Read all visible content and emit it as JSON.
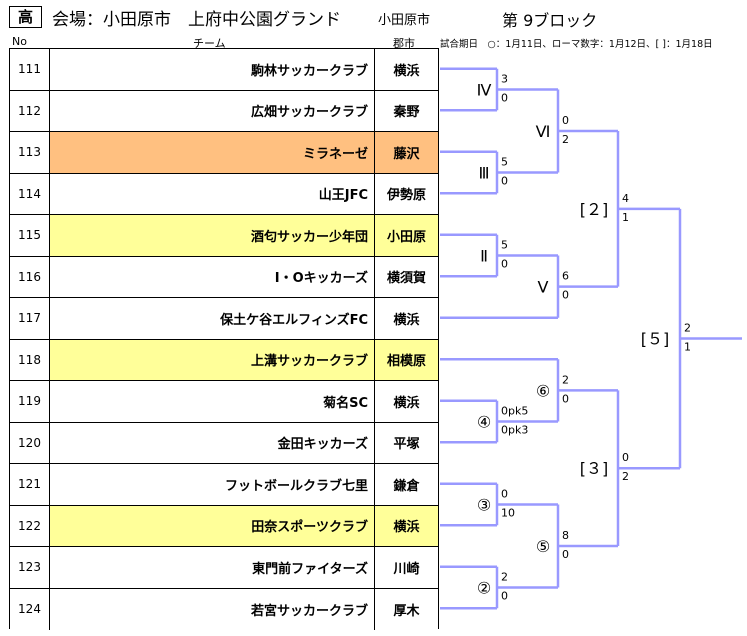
{
  "header": {
    "badge": "高",
    "venue": "会場：小田原市　上府中公園グランド",
    "city": "小田原市",
    "block": "第 9ブロック"
  },
  "columns": {
    "no": "No",
    "team": "チーム",
    "city": "郡市"
  },
  "schedule_note": "試合期日　○：1月11日、ローマ数字：1月12日、[ ]：1月18日",
  "colors": {
    "highlight_yellow": "#ffff99",
    "highlight_orange": "#ffc080",
    "bracket_line": "#9999ff"
  },
  "teams": [
    {
      "no": "111",
      "name": "駒林サッカークラブ",
      "city": "横浜",
      "highlight": ""
    },
    {
      "no": "112",
      "name": "広畑サッカークラブ",
      "city": "秦野",
      "highlight": ""
    },
    {
      "no": "113",
      "name": "ミラネーゼ",
      "city": "藤沢",
      "highlight": "orange"
    },
    {
      "no": "114",
      "name": "山王JFC",
      "city": "伊勢原",
      "highlight": ""
    },
    {
      "no": "115",
      "name": "酒匂サッカー少年団",
      "city": "小田原",
      "highlight": "yellow"
    },
    {
      "no": "116",
      "name": "I・Oキッカーズ",
      "city": "横須賀",
      "highlight": ""
    },
    {
      "no": "117",
      "name": "保土ケ谷エルフィンズFC",
      "city": "横浜",
      "highlight": ""
    },
    {
      "no": "118",
      "name": "上溝サッカークラブ",
      "city": "相模原",
      "highlight": "yellow"
    },
    {
      "no": "119",
      "name": "菊名SC",
      "city": "横浜",
      "highlight": ""
    },
    {
      "no": "120",
      "name": "金田キッカーズ",
      "city": "平塚",
      "highlight": ""
    },
    {
      "no": "121",
      "name": "フットボールクラブ七里",
      "city": "鎌倉",
      "highlight": ""
    },
    {
      "no": "122",
      "name": "田奈スポーツクラブ",
      "city": "横浜",
      "highlight": "yellow"
    },
    {
      "no": "123",
      "name": "東門前ファイターズ",
      "city": "川崎",
      "highlight": ""
    },
    {
      "no": "124",
      "name": "若宮サッカークラブ",
      "city": "厚木",
      "highlight": ""
    }
  ],
  "bracket": {
    "m4": {
      "label": "Ⅳ",
      "top": "3",
      "bottom": "0"
    },
    "m3": {
      "label": "Ⅲ",
      "top": "5",
      "bottom": "0"
    },
    "m2": {
      "label": "Ⅱ",
      "top": "5",
      "bottom": "0"
    },
    "m6": {
      "label": "Ⅵ",
      "top": "0",
      "bottom": "2"
    },
    "m5": {
      "label": "Ⅴ",
      "top": "6",
      "bottom": "0"
    },
    "q2": {
      "label": "[２]",
      "top": "4",
      "bottom": "1"
    },
    "c6": {
      "label": "⑥",
      "top": "2",
      "bottom": "0"
    },
    "c4": {
      "label": "④",
      "top": "0pk5",
      "bottom": "0pk3"
    },
    "c3": {
      "label": "③",
      "top": "0",
      "bottom": "10"
    },
    "c5": {
      "label": "⑤",
      "top": "8",
      "bottom": "0"
    },
    "c2": {
      "label": "②",
      "top": "2",
      "bottom": "0"
    },
    "q3": {
      "label": "[３]",
      "top": "0",
      "bottom": "2"
    },
    "final": {
      "label": "[５]",
      "top": "2",
      "bottom": "1"
    }
  }
}
